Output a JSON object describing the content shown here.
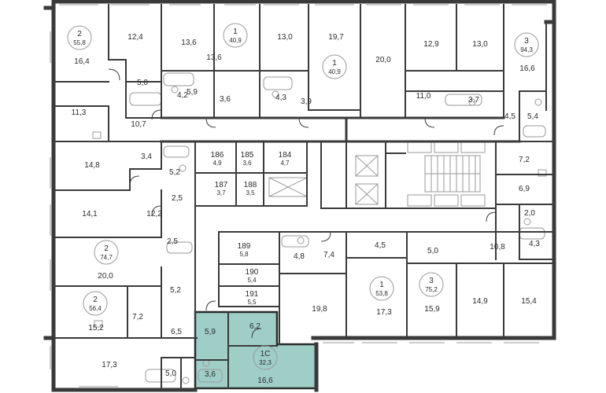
{
  "floor_plan": {
    "colors": {
      "wall": "#3a3a3a",
      "highlight_fill": "#9fcec7",
      "highlight_stroke": "#2b2b2b",
      "fixture": "#9a9a9a"
    },
    "rooms": [
      {
        "id": "r1",
        "t": "16,4"
      },
      {
        "id": "r2",
        "t": "12,4"
      },
      {
        "id": "r3",
        "t": "13,6"
      },
      {
        "id": "r4",
        "t": "13,6"
      },
      {
        "id": "r5",
        "t": "13,0"
      },
      {
        "id": "r6",
        "t": "19,7"
      },
      {
        "id": "r7",
        "t": "20,0"
      },
      {
        "id": "r8",
        "t": "12,9"
      },
      {
        "id": "r9",
        "t": "13,0"
      },
      {
        "id": "r10",
        "t": "16,6"
      },
      {
        "id": "r11",
        "t": "5,0"
      },
      {
        "id": "r12",
        "t": "4,2"
      },
      {
        "id": "r13",
        "t": "5,9"
      },
      {
        "id": "r14",
        "t": "3,6"
      },
      {
        "id": "r15",
        "t": "4,3"
      },
      {
        "id": "r16",
        "t": "3,9"
      },
      {
        "id": "r17",
        "t": "11,0"
      },
      {
        "id": "r18",
        "t": "3,7"
      },
      {
        "id": "r19",
        "t": "4,5"
      },
      {
        "id": "r20",
        "t": "5,4"
      },
      {
        "id": "r21",
        "t": "11,3"
      },
      {
        "id": "r22",
        "t": "10,7"
      },
      {
        "id": "r23",
        "t": "14,8"
      },
      {
        "id": "r24",
        "t": "3,4"
      },
      {
        "id": "r25",
        "t": "5,2"
      },
      {
        "id": "r26",
        "t": "2,5"
      },
      {
        "id": "r27",
        "t": "7,2"
      },
      {
        "id": "r28",
        "t": "6,9"
      },
      {
        "id": "r29",
        "t": "14,1"
      },
      {
        "id": "r30",
        "t": "12,2"
      },
      {
        "id": "r31",
        "t": "2,0"
      },
      {
        "id": "r32",
        "t": "4,3"
      },
      {
        "id": "r33",
        "t": "2,5"
      },
      {
        "id": "r34",
        "t": "4,8"
      },
      {
        "id": "r35",
        "t": "7,4"
      },
      {
        "id": "r36",
        "t": "4,5"
      },
      {
        "id": "r37",
        "t": "5,0"
      },
      {
        "id": "r38",
        "t": "10,8"
      },
      {
        "id": "r39",
        "t": "20,0"
      },
      {
        "id": "r40",
        "t": "5,2"
      },
      {
        "id": "r41",
        "t": "19,8"
      },
      {
        "id": "r42",
        "t": "17,3"
      },
      {
        "id": "r43",
        "t": "15,9"
      },
      {
        "id": "r44",
        "t": "14,9"
      },
      {
        "id": "r45",
        "t": "15,4"
      },
      {
        "id": "r46",
        "t": "15,2"
      },
      {
        "id": "r47",
        "t": "7,2"
      },
      {
        "id": "r48",
        "t": "6,5"
      },
      {
        "id": "r49",
        "t": "5,9"
      },
      {
        "id": "r50",
        "t": "6,2"
      },
      {
        "id": "r51",
        "t": "17,3"
      },
      {
        "id": "r52",
        "t": "5,0"
      },
      {
        "id": "r53",
        "t": "3,6"
      },
      {
        "id": "r54",
        "t": "16,6"
      }
    ],
    "apartments": [
      {
        "id": "a1",
        "rooms": "2",
        "area": "55,8"
      },
      {
        "id": "a2",
        "rooms": "1",
        "area": "40,9"
      },
      {
        "id": "a3",
        "rooms": "1",
        "area": "40,9"
      },
      {
        "id": "a4",
        "rooms": "3",
        "area": "94,3"
      },
      {
        "id": "a5",
        "rooms": "2",
        "area": "74,7"
      },
      {
        "id": "a6",
        "rooms": "2",
        "area": "56,4"
      },
      {
        "id": "a7",
        "rooms": "1",
        "area": "53,8"
      },
      {
        "id": "a8",
        "rooms": "3",
        "area": "75,2"
      },
      {
        "id": "a9",
        "rooms": "1С",
        "area": "32,3"
      }
    ],
    "storage_units": [
      {
        "id": "s186",
        "num": "186",
        "area": "4,9"
      },
      {
        "id": "s185",
        "num": "185",
        "area": "3,6"
      },
      {
        "id": "s184",
        "num": "184",
        "area": "4,7"
      },
      {
        "id": "s187",
        "num": "187",
        "area": "3,7"
      },
      {
        "id": "s188",
        "num": "188",
        "area": "3,5"
      },
      {
        "id": "s189",
        "num": "189",
        "area": "5,8"
      },
      {
        "id": "s190",
        "num": "190",
        "area": "5,4"
      },
      {
        "id": "s191",
        "num": "191",
        "area": "5,5"
      }
    ]
  }
}
